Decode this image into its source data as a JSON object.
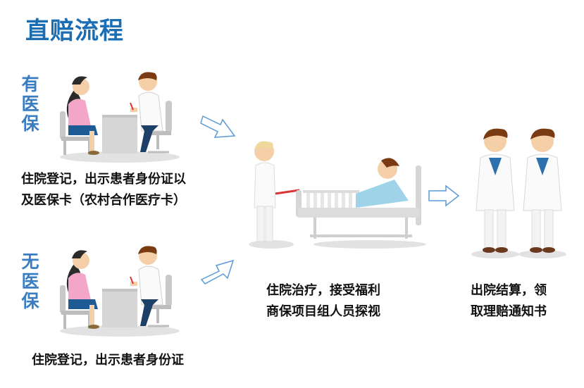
{
  "title": "直赔流程",
  "with_insurance": {
    "label": "有医保",
    "caption_lines": [
      "住院登记，出示患者身份证以",
      "及医保卡（农村合作医疗卡）"
    ]
  },
  "without_insurance": {
    "label": "无医保",
    "caption_lines": [
      "住院登记，出示患者身份证"
    ]
  },
  "treatment": {
    "caption_lines": [
      "住院治疗，接受福利",
      "商保项目组人员探视"
    ]
  },
  "discharge": {
    "caption_lines": [
      "出院结算，领",
      "取理赔通知书"
    ]
  },
  "colors": {
    "title": "#1b6db4",
    "label": "#3a7dc2",
    "arrow": "#5a9ad6"
  }
}
